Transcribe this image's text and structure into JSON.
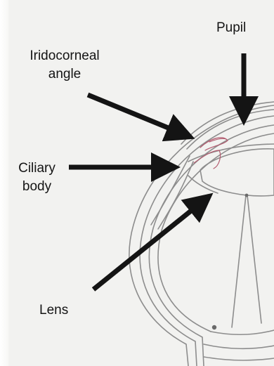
{
  "labels": {
    "pupil": "Pupil",
    "iridocorneal_line1": "Iridocorneal",
    "iridocorneal_line2": "angle",
    "ciliary_line1": "Ciliary",
    "ciliary_line2": "body",
    "lens": "Lens"
  },
  "colors": {
    "paper": "#f2f2f0",
    "pencil": "#8d8d8d",
    "ink": "#141414",
    "iris_detail": "#b25a6e"
  }
}
